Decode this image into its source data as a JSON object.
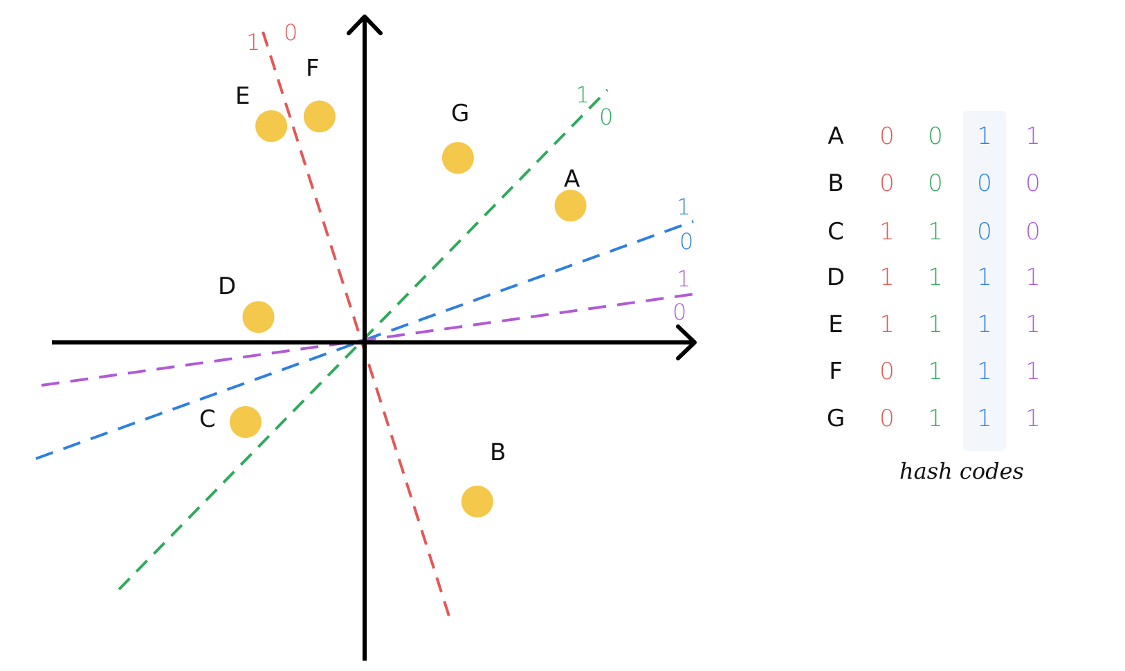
{
  "colors": {
    "red": "#e45756",
    "green": "#2eaa5c",
    "blue": "#2f7fe0",
    "purple": "#b05ad8",
    "point": "#f4c84a",
    "axis": "#000000",
    "column_highlight": "#f3f7fc"
  },
  "points": [
    {
      "label": "A",
      "x": 0.64,
      "y": 0.43
    },
    {
      "label": "B",
      "x": 0.35,
      "y": -0.5
    },
    {
      "label": "C",
      "x": -0.37,
      "y": -0.25
    },
    {
      "label": "D",
      "x": -0.33,
      "y": 0.08
    },
    {
      "label": "E",
      "x": -0.29,
      "y": 0.68
    },
    {
      "label": "F",
      "x": -0.14,
      "y": 0.71
    },
    {
      "label": "G",
      "x": 0.29,
      "y": 0.58
    }
  ],
  "hyperplanes": [
    {
      "color_key": "red",
      "label_one": "1",
      "label_zero": "0"
    },
    {
      "color_key": "green",
      "label_one": "1",
      "label_zero": "0"
    },
    {
      "color_key": "blue",
      "label_one": "1",
      "label_zero": "0"
    },
    {
      "color_key": "purple",
      "label_one": "1",
      "label_zero": "0"
    }
  ],
  "hash_table": {
    "caption": "hash codes",
    "rows": [
      {
        "label": "A",
        "bits": [
          "0",
          "0",
          "1",
          "1"
        ]
      },
      {
        "label": "B",
        "bits": [
          "0",
          "0",
          "0",
          "0"
        ]
      },
      {
        "label": "C",
        "bits": [
          "1",
          "1",
          "0",
          "0"
        ]
      },
      {
        "label": "D",
        "bits": [
          "1",
          "1",
          "1",
          "1"
        ]
      },
      {
        "label": "E",
        "bits": [
          "1",
          "1",
          "1",
          "1"
        ]
      },
      {
        "label": "F",
        "bits": [
          "0",
          "1",
          "1",
          "1"
        ]
      },
      {
        "label": "G",
        "bits": [
          "0",
          "1",
          "1",
          "1"
        ]
      }
    ]
  }
}
